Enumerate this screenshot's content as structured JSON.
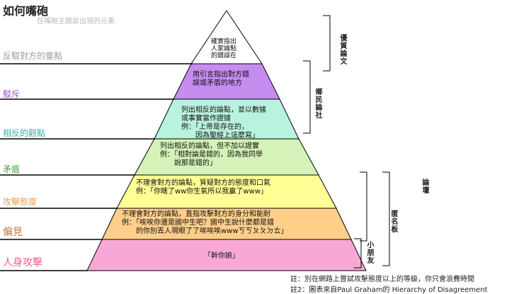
{
  "title": "如何嘴砲",
  "subtitle": "在嘴砲主題談出現的元素",
  "colors": {
    "line": "#000000",
    "gray": "#9e9e9e",
    "top_fill": "#ffffff",
    "purple_fill": "#c78cf0",
    "teal_fill": "#b9f2dd",
    "lightgreen_fill": "#d5f2b9",
    "yellow_fill": "#ffff95",
    "orange_fill": "#ffcf8a",
    "pink_fill": "#f8a8d6",
    "purple_text": "#a050c8",
    "teal_text": "#3ab0a0",
    "green_text": "#3ca43c",
    "orange_text": "#f0a050",
    "brown_text": "#c07830",
    "red_text": "#ff5c80"
  },
  "levels": [
    {
      "label": "",
      "text": "確實指出\n人家論點\n的錯誤在"
    },
    {
      "label": "反駁對方的重點",
      "text": "用引言指出對方錯\n誤或矛盾的地方"
    },
    {
      "label": "駁斥",
      "text": "列出相反的論點，並以數據\n或事實當作證據\n例：「上帝是存在的，\n　　因為聖經上這麼寫」"
    },
    {
      "label": "相反的觀點",
      "text": "列出相反的論點，但不加以證實\n例：「相對論是錯的，因為我同學\n　　說那是錯的」"
    },
    {
      "label": "矛盾",
      "text": "不理會對方的論點，質疑對方的態度和口氣\n例：「你瞎了ww你生氣所以我贏了www」"
    },
    {
      "label": "攻擊態度",
      "text": "不理會對方的論點，直指攻擊對方的身分和能耐\n例：「唉唉你還是國中生吧？國中生說什麼都是錯\n　　的你別丟人現眼了了唉唉唉wwwㄎㄎㄆㄆㄉㄊ」"
    },
    {
      "label": "偏見",
      "text": "「幹你娘」"
    },
    {
      "label": "人身攻擊",
      "text": ""
    }
  ],
  "brackets": [
    "優質論文",
    "鄉民論社",
    "論壇",
    "匿名板",
    "小朋友"
  ],
  "notes": [
    "註：別在網路上嘗試攻擊態度以上的等級，你只會浪費時間",
    "註2：圖表來自Paul Graham的 Hierarchy of Disagreement"
  ]
}
